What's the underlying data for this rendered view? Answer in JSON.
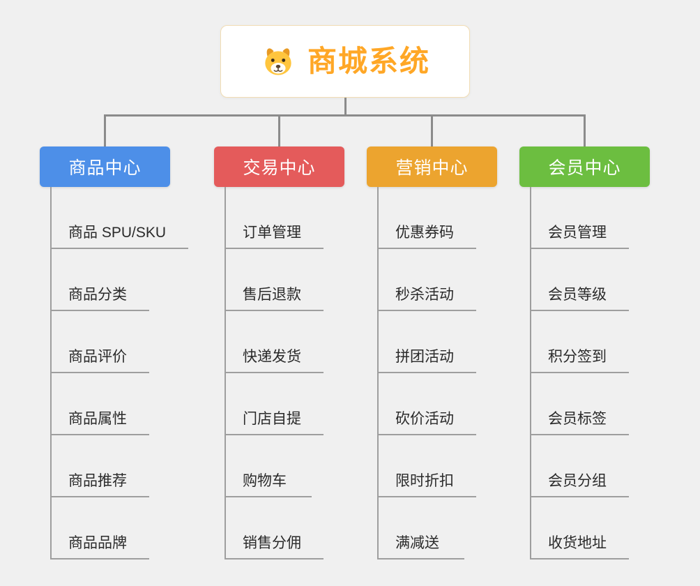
{
  "root": {
    "title": "商城系统",
    "title_color": "#ffa726",
    "icon": "dog-icon"
  },
  "connector_color": "#8b8b8b",
  "branches": [
    {
      "label": "商品中心",
      "color": "#4d8fe8",
      "children": [
        "商品 SPU/SKU",
        "商品分类",
        "商品评价",
        "商品属性",
        "商品推荐",
        "商品品牌"
      ]
    },
    {
      "label": "交易中心",
      "color": "#e45b5b",
      "children": [
        "订单管理",
        "售后退款",
        "快递发货",
        "门店自提",
        "购物车",
        "销售分佣"
      ]
    },
    {
      "label": "营销中心",
      "color": "#eca42f",
      "children": [
        "优惠券码",
        "秒杀活动",
        "拼团活动",
        "砍价活动",
        "限时折扣",
        "满减送"
      ]
    },
    {
      "label": "会员中心",
      "color": "#6cbe40",
      "children": [
        "会员管理",
        "会员等级",
        "积分签到",
        "会员标签",
        "会员分组",
        "收货地址"
      ]
    }
  ]
}
